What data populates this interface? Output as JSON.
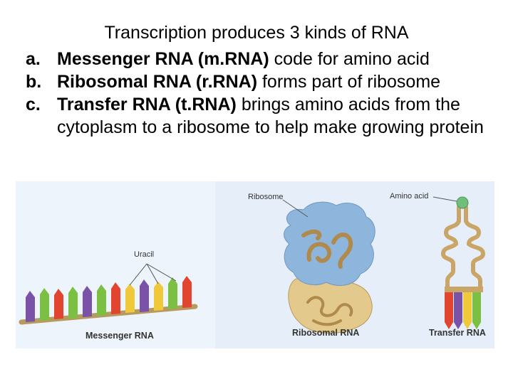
{
  "slide": {
    "title": "Transcription produces 3 kinds of RNA",
    "items": [
      {
        "marker": "a.",
        "term": "Messenger RNA (m.RNA)",
        "rest": " code for amino acid"
      },
      {
        "marker": "b.",
        "term": "Ribosomal RNA (r.RNA)",
        "rest": " forms part of ribosome"
      },
      {
        "marker": "c.",
        "term": "Transfer RNA (t.RNA)",
        "rest": " brings amino acids from the cytoplasm to a ribosome to help make growing protein"
      }
    ]
  },
  "figure": {
    "labels": {
      "uracil": "Uracil",
      "ribosome": "Ribosome",
      "amino_acid": "Amino acid",
      "messenger_rna": "Messenger RNA",
      "ribosomal_rna": "Ribosomal RNA",
      "transfer_rna": "Transfer RNA"
    },
    "colors": {
      "purple": "#7a52a8",
      "green": "#7cc043",
      "red": "#e2452f",
      "yellow": "#f0c93a",
      "tan": "#c9a567",
      "ribosome_blue": "#8eb5dc",
      "ribosome_tan": "#e3c98b",
      "amino_acid": "#6fbf7a"
    }
  }
}
